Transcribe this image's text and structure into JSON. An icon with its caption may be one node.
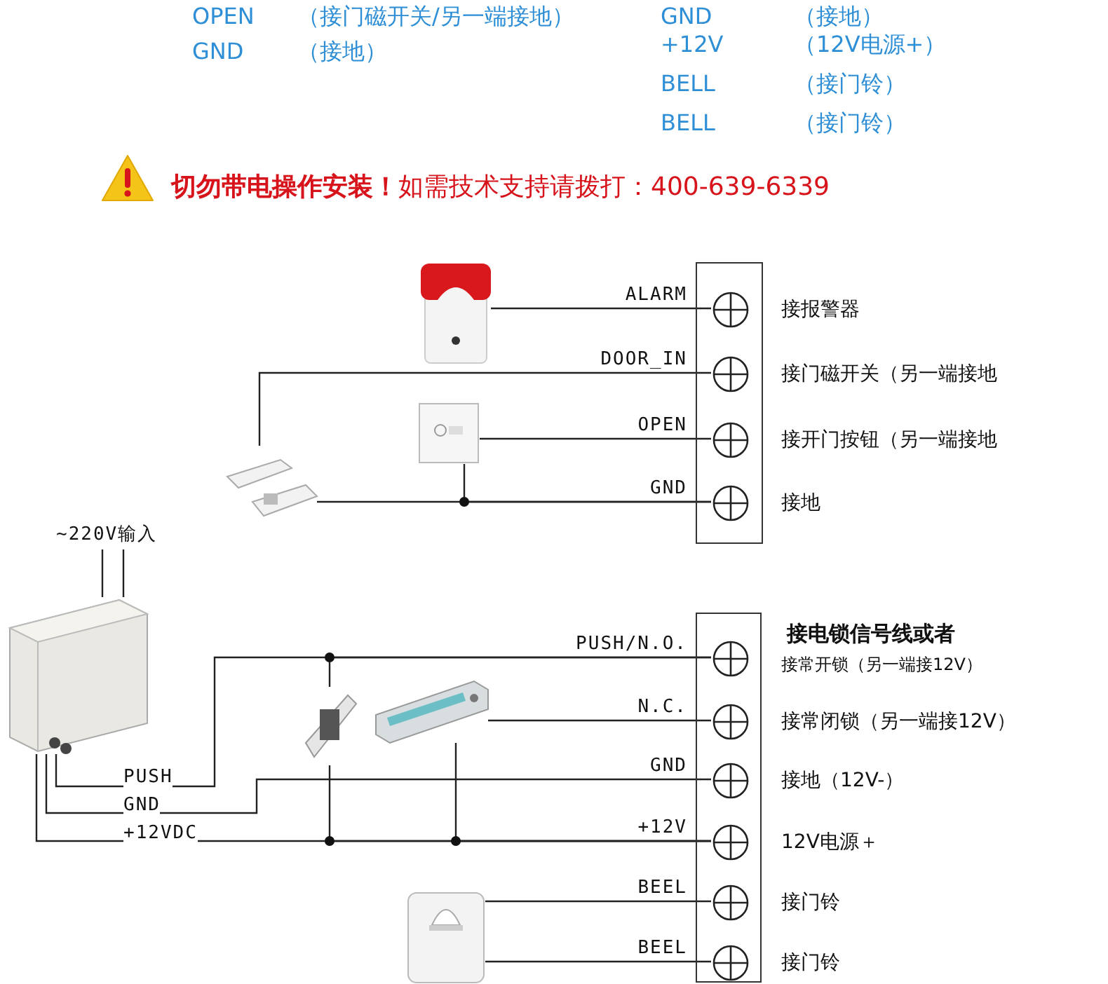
{
  "diagram": {
    "nodes": [
      {
        "text": [],
        "shape": "picture"
      },
      {
        "text": [],
        "shape": "box"
      },
      {
        "text": [],
        "shape": "circle",
        "in": 1,
        "beside": [
          "接报警器"
        ]
      },
      {
        "text": [],
        "shape": "circle",
        "in": 1,
        "beside": [
          "接门磁开关（另一端接地"
        ]
      },
      {
        "text": [],
        "shape": "circle",
        "in": 1,
        "beside": [
          "接开门按钮（另一端接地"
        ]
      },
      {
        "text": [],
        "shape": "circle",
        "in": 1,
        "beside": [
          "接地"
        ]
      },
      {
        "text": [],
        "shape": "picture"
      },
      {
        "text": [],
        "shape": "picture"
      },
      {
        "text": [
          "~220V输入"
        ]
      },
      {
        "text": [],
        "shape": "picture"
      },
      {
        "text": [],
        "shape": "box"
      },
      {
        "text": [],
        "shape": "circle",
        "in": 10,
        "beside": [
          "接电锁信号线或者",
          "接常开锁（另一端接12V）"
        ]
      },
      {
        "text": [],
        "shape": "circle",
        "in": 10,
        "beside": [
          "接常闭锁（另一端接12V）"
        ]
      },
      {
        "text": [],
        "shape": "circle",
        "in": 10,
        "beside": [
          "接地（12V-）"
        ]
      },
      {
        "text": [],
        "shape": "circle",
        "in": 10,
        "beside": [
          "12V电源＋"
        ]
      },
      {
        "text": [],
        "shape": "circle",
        "in": 10,
        "beside": [
          "接门铃"
        ]
      },
      {
        "text": [],
        "shape": "circle",
        "in": 10,
        "beside": [
          "接门铃"
        ]
      },
      {
        "text": [],
        "shape": "picture"
      },
      {
        "text": [],
        "shape": "picture"
      },
      {
        "text": [],
        "shape": "picture"
      }
    ],
    "edges": [
      {
        "from": 0,
        "to": 2,
        "arrow": "none",
        "label": "ALARM"
      },
      {
        "from": 6,
        "to": 3,
        "arrow": "none",
        "label": "DOOR_IN"
      },
      {
        "from": 7,
        "to": 4,
        "arrow": "none",
        "label": "OPEN"
      },
      {
        "from": 6,
        "to": 5,
        "arrow": "none",
        "label": "GND"
      },
      {
        "from": 7,
        "to": 5,
        "arrow": "none"
      },
      {
        "from": 8,
        "to": 9,
        "arrow": "none"
      },
      {
        "from": 8,
        "to": 9,
        "arrow": "none"
      },
      {
        "from": 9,
        "to": 11,
        "arrow": "none",
        "label": "PUSH/N.O."
      },
      {
        "from": 18,
        "to": 12,
        "arrow": "none",
        "label": "N.C."
      },
      {
        "from": 9,
        "to": 13,
        "arrow": "none",
        "label": "GND"
      },
      {
        "from": 9,
        "to": 14,
        "arrow": "none",
        "label": "+12V"
      },
      {
        "from": 17,
        "to": 11,
        "arrow": "none"
      },
      {
        "from": 17,
        "to": 14,
        "arrow": "none"
      },
      {
        "from": 18,
        "to": 14,
        "arrow": "none"
      },
      {
        "from": 19,
        "to": 15,
        "arrow": "none",
        "label": "BEEL"
      },
      {
        "from": 19,
        "to": 16,
        "arrow": "none",
        "label": "BEEL"
      }
    ],
    "labels": [
      "OPEN",
      "（接门磁开关/另一端接地）",
      "GND",
      "（接地）",
      "GND",
      "（接地）",
      "+12V",
      "（12V电源+）",
      "BELL",
      "（接门铃）",
      "BELL",
      "（接门铃）",
      "**切勿带电操作安装！**如需技术支持请拨打：400-639-6339",
      "PUSH",
      "GND",
      "+12VDC"
    ]
  }
}
